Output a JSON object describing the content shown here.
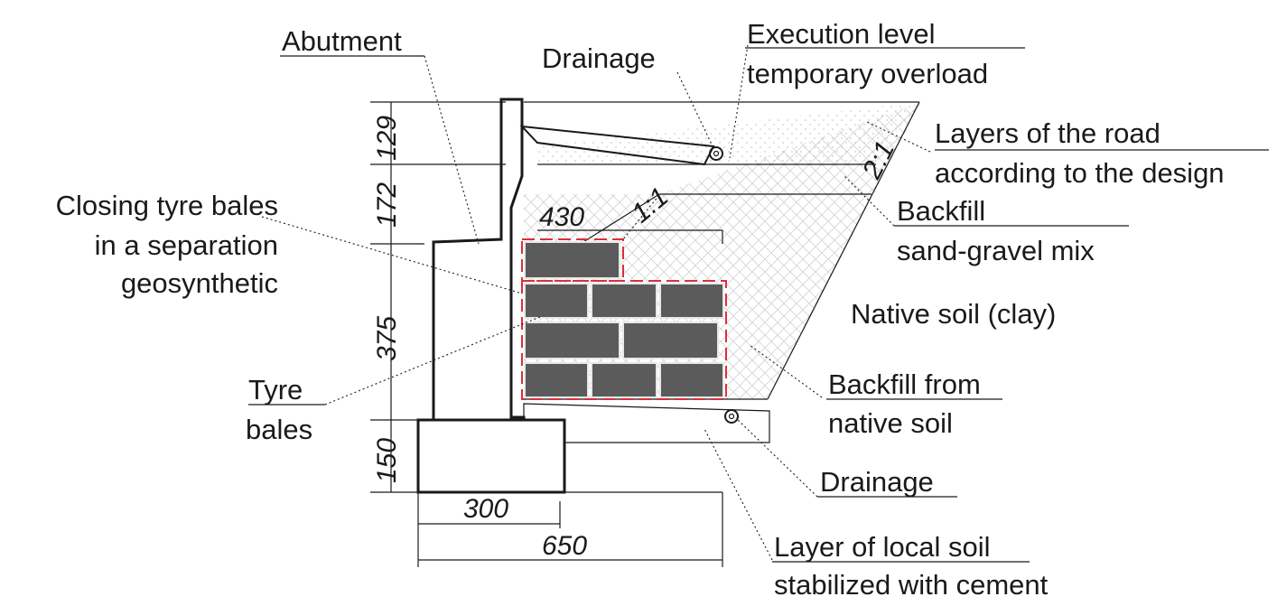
{
  "labels": {
    "abutment": "Abutment",
    "drainage_top": "Drainage",
    "execution_level_1": "Execution level",
    "execution_level_2": "temporary overload",
    "road_layers_1": "Layers of the road",
    "road_layers_2": "according to the design",
    "backfill_1": "Backfill",
    "backfill_2": "sand-gravel mix",
    "closing_bales_1": "Closing tyre bales",
    "closing_bales_2": "in a separation",
    "closing_bales_3": "geosynthetic",
    "native_soil": "Native soil (clay)",
    "tyre_bales_1": "Tyre",
    "tyre_bales_2": "bales",
    "backfill_native_1": "Backfill from",
    "backfill_native_2": "native soil",
    "drainage_bottom": "Drainage",
    "stabilized_1": "Layer of local soil",
    "stabilized_2": "stabilized with cement"
  },
  "dimensions": {
    "h1": "129",
    "h2": "172",
    "h3": "375",
    "h4": "150",
    "w_430": "430",
    "w_300": "300",
    "w_650": "650"
  },
  "slopes": {
    "inner": "1:1",
    "outer": "2:1"
  },
  "colors": {
    "bale": "#5b5b5b",
    "wrap": "#d9303a",
    "line": "#1a1a1a"
  }
}
